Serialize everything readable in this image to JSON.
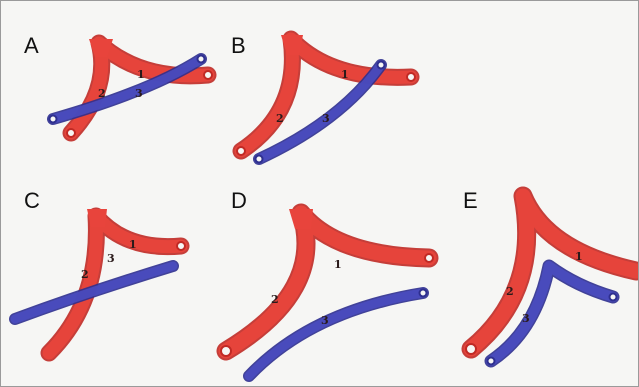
{
  "colors": {
    "artery": "#e8443c",
    "artery_dark": "#c02a25",
    "vein": "#4a4cc0",
    "vein_dark": "#2e2f8f",
    "background": "#f6f6f4"
  },
  "panels": [
    {
      "letter": "A",
      "labels": {
        "n1": "1",
        "n2": "2",
        "n3": "3"
      }
    },
    {
      "letter": "B",
      "labels": {
        "n1": "1",
        "n2": "2",
        "n3": "3"
      }
    },
    {
      "letter": "C",
      "labels": {
        "n1": "1",
        "n2": "2",
        "n3": "3"
      }
    },
    {
      "letter": "D",
      "labels": {
        "n1": "1",
        "n2": "2",
        "n3": "3"
      }
    },
    {
      "letter": "E",
      "labels": {
        "n1": "1",
        "n2": "2",
        "n3": "3"
      }
    }
  ]
}
